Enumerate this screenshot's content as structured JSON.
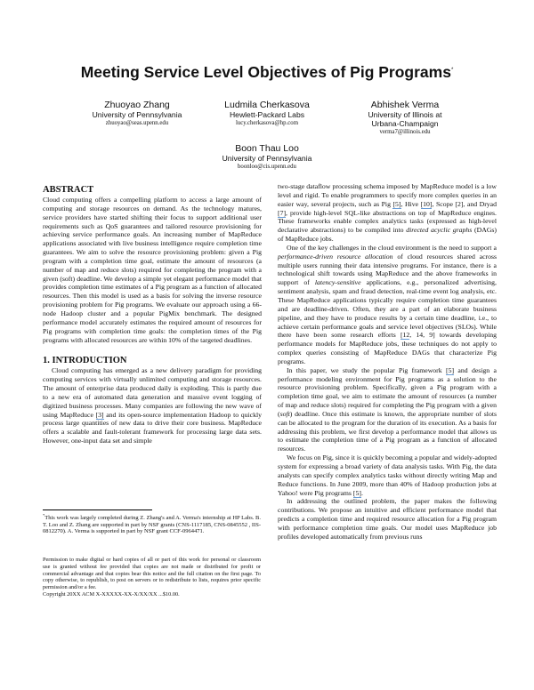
{
  "title": "Meeting Service Level Objectives of Pig Programs",
  "title_mark": "*",
  "authors": [
    {
      "name": "Zhuoyao Zhang",
      "affiliation": [
        "University of Pennsylvania"
      ],
      "email": "zhuoyao@seas.upenn.edu"
    },
    {
      "name": "Ludmila Cherkasova",
      "affiliation": [
        "Hewlett-Packard Labs"
      ],
      "email": "lucy.cherkasova@hp.com"
    },
    {
      "name": "Abhishek Verma",
      "affiliation": [
        "University of Illinois at",
        "Urbana-Champaign"
      ],
      "email": "verma7@illinois.edu"
    },
    {
      "name": "Boon Thau Loo",
      "affiliation": [
        "University of Pennsylvania"
      ],
      "email": "boonloo@cis.upenn.edu"
    }
  ],
  "abstract": {
    "heading": "ABSTRACT",
    "paragraphs": [
      [
        {
          "t": "Cloud computing offers a compelling platform to access a large amount of computing and storage resources on demand. As the technology matures, service providers have started shifting their focus to support additional user requirements such as QoS guarantees and tailored resource provisioning for achieving service performance goals. An increasing number of MapReduce applications associated with live business intelligence require completion time guarantees. We aim to solve the resource provisioning problem: given a Pig program with a completion time goal, estimate the amount of resources (a number of map and reduce slots) required for completing the program with a given (soft) deadline. We develop a simple yet elegant performance model that provides completion time estimates of a Pig program as a function of allocated resources. Then this model is used as a basis for solving the inverse resource provisioning problem for Pig programs. We evaluate our approach using a 66-node Hadoop cluster and a popular PigMix benchmark. The designed performance model accurately estimates the required amount of resources for Pig programs with completion time goals: the completion times of the Pig programs with allocated resources are within 10% of the targeted deadlines."
        }
      ]
    ]
  },
  "introduction": {
    "heading": "1.   INTRODUCTION",
    "left_paragraphs": [
      [
        {
          "t": "Cloud computing has emerged as a new delivery paradigm for providing computing services with virtually unlimited computing and storage resources. The amount of enterprise data produced daily is exploding. This is partly due to a new era of automated data generation and massive event logging of digitized business processes. Many companies are following the new wave of using MapReduce "
        },
        {
          "t": "[3]",
          "s": "cite"
        },
        {
          "t": " and its open-source implementation Hadoop to quickly process large quantities of new data to drive their core business. MapReduce offers a scalable and fault-tolerant framework for processing large data sets. However, one-input data set and simple"
        }
      ]
    ],
    "right_paragraphs": [
      [
        {
          "t": "two-stage dataflow processing schema imposed by MapReduce model is a low level and rigid. To enable programmers to specify more complex queries in an easier way, several projects, such as Pig "
        },
        {
          "t": "[5]",
          "s": "cite"
        },
        {
          "t": ", Hive "
        },
        {
          "t": "[10]",
          "s": "cite"
        },
        {
          "t": ", Scope [2], and Dryad "
        },
        {
          "t": "[7]",
          "s": "cite"
        },
        {
          "t": ", provide high-level SQL-like abstractions on top of MapReduce engines. These frameworks enable complex analytics tasks (expressed as high-level declarative abstractions) to be compiled into "
        },
        {
          "t": "directed acyclic graphs",
          "s": "i"
        },
        {
          "t": " (DAGs) of MapReduce jobs."
        }
      ],
      [
        {
          "t": "One of the key challenges in the cloud environment is the need to support a "
        },
        {
          "t": "performance-driven resource allocation",
          "s": "i"
        },
        {
          "t": " of cloud resources shared across multiple users running their data intensive programs. For instance, there is a technological shift towards using MapReduce and the above frameworks in support of "
        },
        {
          "t": "latency-sensitive",
          "s": "i"
        },
        {
          "t": " applications, e.g., personalized advertising, sentiment analysis, spam and fraud detection, real-time event log analysis, etc. These MapReduce applications typically require completion time guarantees and are deadline-driven. Often, they are a part of an elaborate business pipeline, and they have to produce results by a certain time deadline, i.e., to achieve certain performance goals and service level objectives (SLOs). While there have been some research efforts "
        },
        {
          "t": "[12",
          "s": "cite"
        },
        {
          "t": ", 14, 9] towards developing performance models for MapReduce jobs, these techniques do not apply to complex queries consisting of MapReduce DAGs that characterize Pig programs."
        }
      ],
      [
        {
          "t": "In this paper, we study the popular Pig framework "
        },
        {
          "t": "[5]",
          "s": "cite"
        },
        {
          "t": " and design a performance modeling environment for Pig programs as a solution to the resource provisioning problem. Specifically, given a Pig program with a completion time goal, we aim to estimate the amount of resources (a number of map and reduce slots) required for completing the Pig program with a given ("
        },
        {
          "t": "soft",
          "s": "i"
        },
        {
          "t": ") deadline. Once this estimate is known, the appropriate number of slots can be allocated to the program for the duration of its execution. As a basis for addressing this problem, we first develop a performance model that allows us to estimate the completion time of a Pig program as a function of allocated resources."
        }
      ],
      [
        {
          "t": "We focus on Pig, since it is quickly becoming a popular and widely-adopted system for expressing a broad variety of data analysis tasks. With Pig, the data analysts can specify complex analytics tasks without directly writing Map and Reduce functions. In June 2009, more than 40% of Hadoop production jobs at Yahoo! were Pig programs "
        },
        {
          "t": "[5]",
          "s": "cite"
        },
        {
          "t": "."
        }
      ],
      [
        {
          "t": "In addressing the outlined problem, the paper makes the following contributions. We propose an intuitive and efficient performance model that predicts a completion time and required resource allocation for a Pig program with performance completion time goals. Our model uses MapReduce job profiles developed automatically from previous runs"
        }
      ]
    ]
  },
  "footnote": {
    "mark": "*",
    "text": "This work was largely completed during Z. Zhang's and A. Verma's internship at HP Labs. B. T. Loo and Z. Zhang are supported in part by NSF grants (CNS-1117185, CNS-0845552 , IIS-0812270). A. Verma is supported in part by NSF grant CCF-0964471."
  },
  "permission": {
    "text": "Permission to make digital or hard copies of all or part of this work for personal or classroom use is granted without fee provided that copies are not made or distributed for profit or commercial advantage and that copies bear this notice and the full citation on the first page. To copy otherwise, to republish, to post on servers or to redistribute to lists, requires prior specific permission and/or a fee.",
    "copyright": "Copyright 20XX ACM X-XXXXX-XX-X/XX/XX ...$10.00."
  },
  "colors": {
    "citation_underline": "#6a9ed8"
  }
}
